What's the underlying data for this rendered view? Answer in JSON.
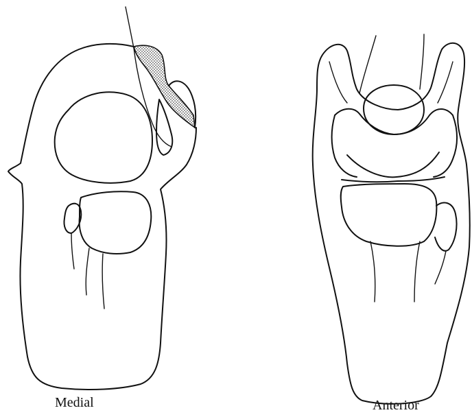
{
  "figure": {
    "views": [
      {
        "id": "medial",
        "label": "Medial"
      },
      {
        "id": "anterior",
        "label": "Anterior"
      }
    ],
    "colors": {
      "line": "#111111",
      "background": "#ffffff",
      "shaded_region": "#9a9a9a"
    }
  }
}
